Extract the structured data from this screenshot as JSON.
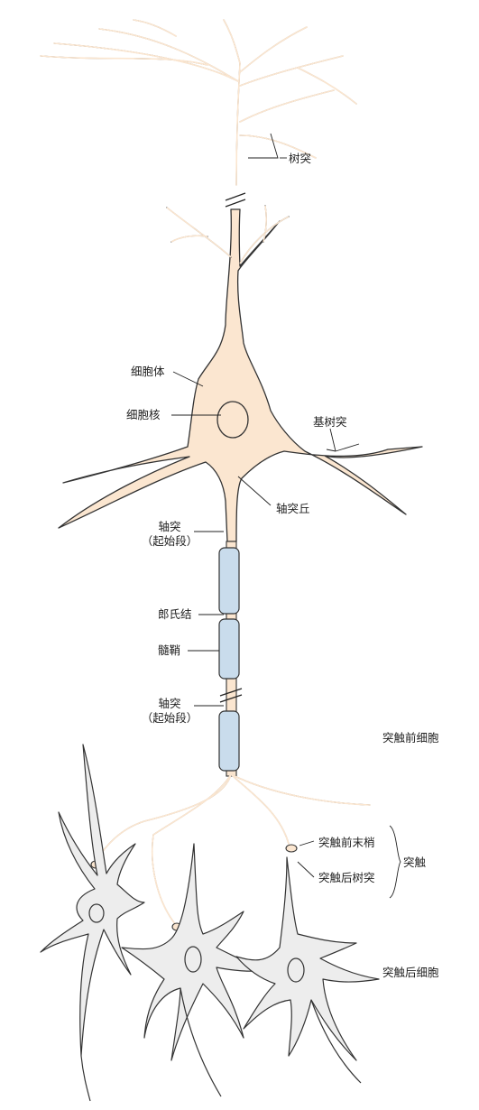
{
  "colors": {
    "neuron_fill": "#fbe6d0",
    "neuron_outline": "#3a3a3a",
    "myelin_fill": "#c9dcec",
    "postsynaptic_fill": "#ededed"
  },
  "labels": {
    "dendrite": "树突",
    "cell_body": "细胞体",
    "nucleus": "细胞核",
    "basal_dendrite": "基树突",
    "axon_hillock": "轴突丘",
    "axon_initial_1": "轴突",
    "axon_initial_2": "（起始段）",
    "node_of_ranvier": "郎氏结",
    "myelin_sheath": "髓鞘",
    "axon2_1": "轴突",
    "axon2_2": "（起始段）",
    "presynaptic_cell": "突触前细胞",
    "presynaptic_terminal": "突触前末梢",
    "postsynaptic_dendrite": "突触后树突",
    "synapse": "突触",
    "postsynaptic_cell": "突触后细胞"
  }
}
